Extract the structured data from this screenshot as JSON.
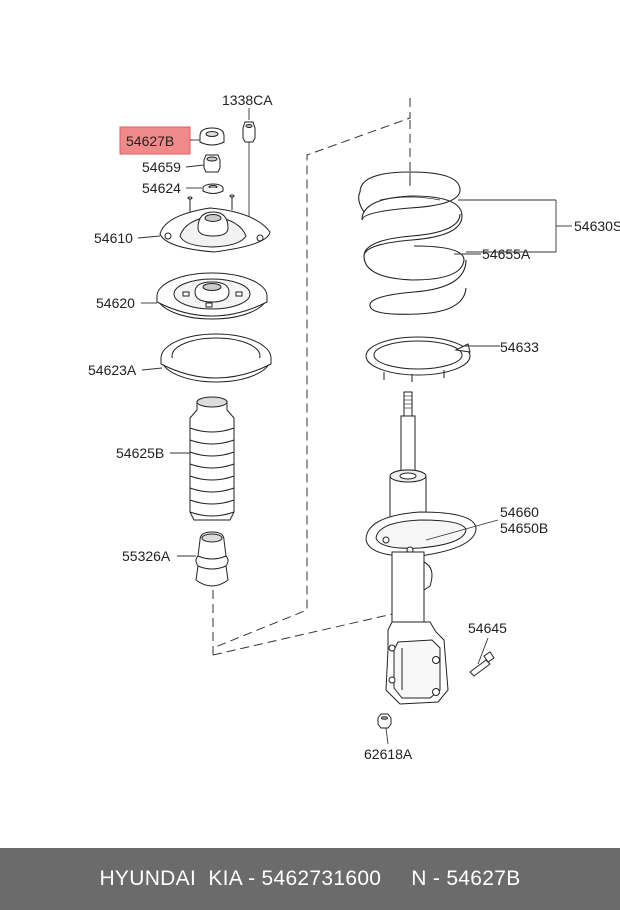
{
  "highlight_color": "#f08a8a",
  "labels": {
    "p1338CA": "1338CA",
    "p54627B": "54627B",
    "p54659": "54659",
    "p54624": "54624",
    "p54610": "54610",
    "p54620": "54620",
    "p54623A": "54623A",
    "p54625B": "54625B",
    "p55326A": "55326A",
    "p54630S": "54630S",
    "p54655A": "54655A",
    "p54633": "54633",
    "p54660": "54660",
    "p54650B": "54650B",
    "p54645": "54645",
    "p62618A": "62618A"
  },
  "footer": {
    "left": "HYUNDAI  KIA - 5462731600",
    "right": "N - 54627B"
  }
}
